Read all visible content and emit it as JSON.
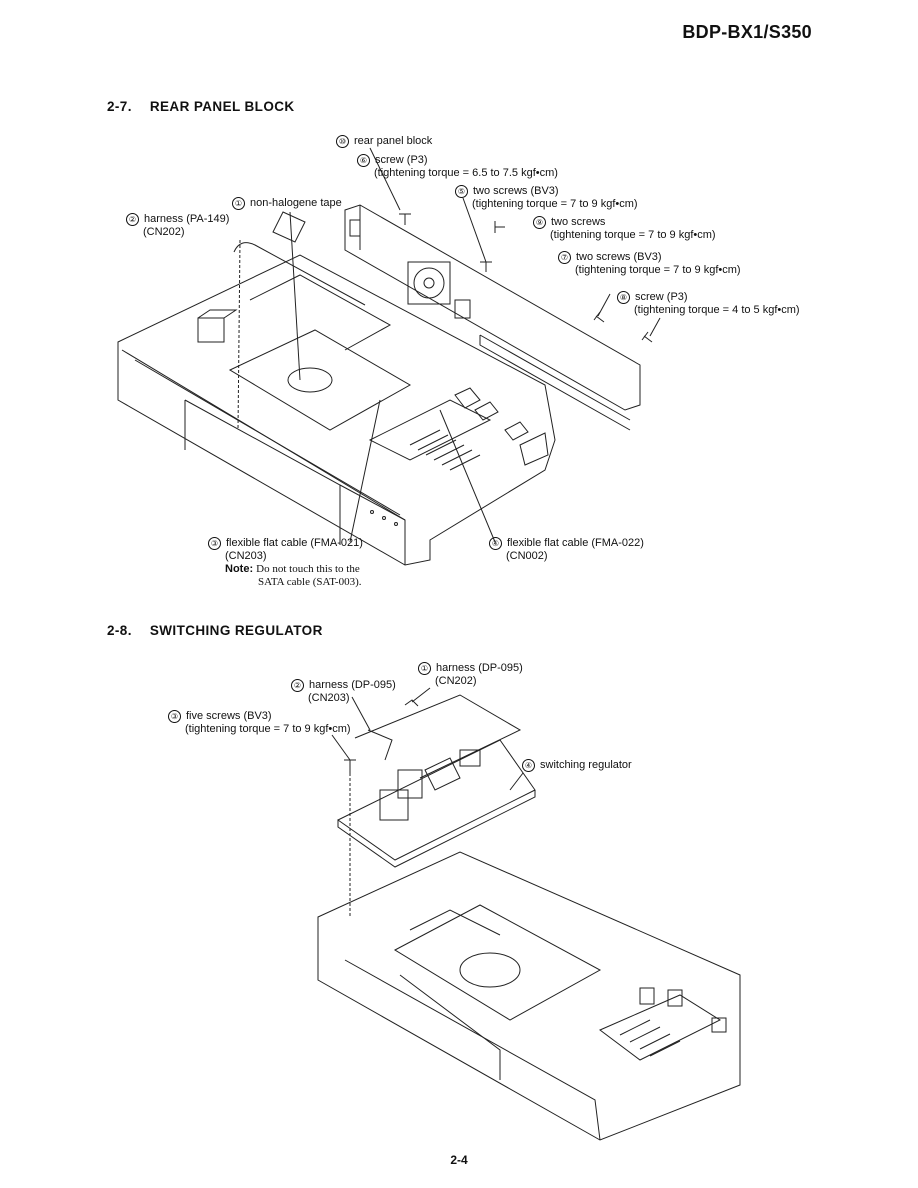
{
  "header": {
    "model": "BDP-BX1/S350"
  },
  "section_rear": {
    "number": "2-7.",
    "title": "REAR  PANEL  BLOCK",
    "callouts": [
      {
        "num": "⑩",
        "line1": "rear panel block",
        "line2": ""
      },
      {
        "num": "⑥",
        "line1": "screw (P3)",
        "line2": "(tightening torque = 6.5 to 7.5 kgf•cm)"
      },
      {
        "num": "⑤",
        "line1": "two screws (BV3)",
        "line2": "(tightening torque = 7 to 9 kgf•cm)"
      },
      {
        "num": "①",
        "line1": "non-halogene tape",
        "line2": ""
      },
      {
        "num": "②",
        "line1": "harness (PA-149)",
        "line2": "(CN202)"
      },
      {
        "num": "⑨",
        "line1": "two screws",
        "line2": "(tightening torque = 7 to 9 kgf•cm)"
      },
      {
        "num": "⑦",
        "line1": "two screws (BV3)",
        "line2": "(tightening torque = 7 to 9 kgf•cm)"
      },
      {
        "num": "⑧",
        "line1": "screw (P3)",
        "line2": "(tightening torque = 4 to 5 kgf•cm)"
      },
      {
        "num": "③",
        "line1": "flexible flat cable (FMA-021)",
        "line2": "(CN203)"
      },
      {
        "num": "④",
        "line1": "flexible flat cable (FMA-022)",
        "line2": "(CN002)"
      }
    ],
    "note": {
      "label": "Note:",
      "line1": "Do not touch this to the",
      "line2": "SATA cable (SAT-003)."
    }
  },
  "section_switching": {
    "number": "2-8.",
    "title": "SWITCHING  REGULATOR",
    "callouts": [
      {
        "num": "①",
        "line1": "harness (DP-095)",
        "line2": "(CN202)"
      },
      {
        "num": "②",
        "line1": "harness (DP-095)",
        "line2": "(CN203)"
      },
      {
        "num": "③",
        "line1": "five screws (BV3)",
        "line2": "(tightening torque = 7 to 9 kgf•cm)"
      },
      {
        "num": "④",
        "line1": "switching regulator",
        "line2": ""
      }
    ]
  },
  "footer": {
    "page": "2-4"
  }
}
